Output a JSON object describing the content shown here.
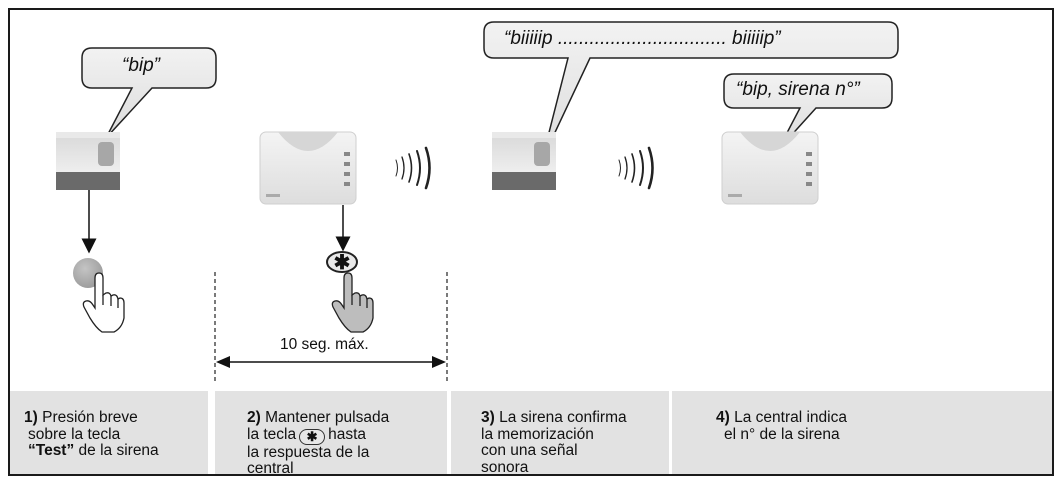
{
  "bubbles": {
    "b1": "“bip”",
    "b2": "“biiiiip ................................ biiiiip”",
    "b3": "“bip, sirena n°”"
  },
  "measure": {
    "label": "10 seg. máx."
  },
  "steps": [
    {
      "num": "1)",
      "line1": "Presión breve",
      "line2": "sobre la tecla",
      "bold": "“Test”",
      "line3_rest": " de la sirena"
    },
    {
      "num": "2)",
      "line1": "Mantener pulsada",
      "line2a": "la tecla",
      "key": "✱",
      "line2b": "hasta",
      "line3": "la respuesta de la",
      "line4": "central"
    },
    {
      "num": "3)",
      "line1": "La sirena confirma",
      "line2": "la memorización",
      "line3": "con una señal",
      "line4": "sonora"
    },
    {
      "num": "4)",
      "line1": "La central indica",
      "line2": "el n° de la sirena"
    }
  ],
  "icons": {
    "siren": "siren-device-icon",
    "central": "central-unit-icon",
    "waves": "radio-waves-icon",
    "finger": "pressing-finger-icon",
    "button": "test-button-icon",
    "key": "asterisk-key-icon"
  }
}
